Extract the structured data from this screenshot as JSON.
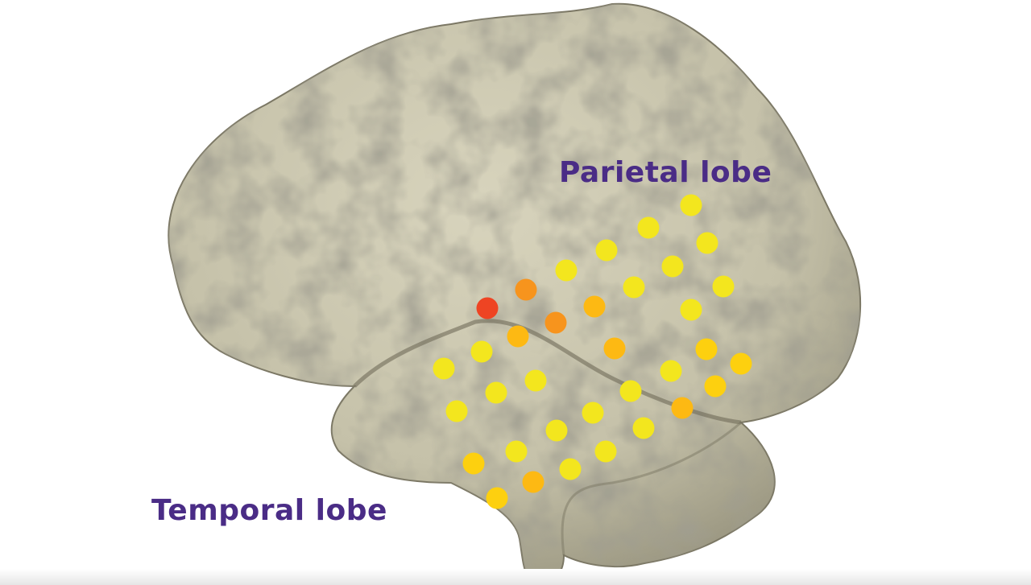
{
  "labels": {
    "parietal": "Parietal lobe",
    "temporal": "Temporal lobe"
  },
  "colors": {
    "label": "#4a2c86",
    "brain": "#c8c4ac",
    "brain_shadow": "#8f8b76",
    "high": "#ee4423",
    "mid_high": "#f7941d",
    "mid": "#fdb913",
    "low_mid": "#fdd00f",
    "low": "#f3e61e"
  },
  "electrodes": [
    {
      "level": "low"
    },
    {
      "level": "low"
    },
    {
      "level": "low"
    },
    {
      "level": "low"
    },
    {
      "level": "low"
    },
    {
      "level": "low"
    },
    {
      "level": "mid_high"
    },
    {
      "level": "low"
    },
    {
      "level": "low"
    },
    {
      "level": "high"
    },
    {
      "level": "mid"
    },
    {
      "level": "low"
    },
    {
      "level": "mid_high"
    },
    {
      "level": "mid"
    },
    {
      "level": "mid"
    },
    {
      "level": "low_mid"
    },
    {
      "level": "low"
    },
    {
      "level": "low_mid"
    },
    {
      "level": "low"
    },
    {
      "level": "low"
    },
    {
      "level": "low"
    },
    {
      "level": "low"
    },
    {
      "level": "low_mid"
    },
    {
      "level": "low"
    },
    {
      "level": "low"
    },
    {
      "level": "mid"
    },
    {
      "level": "low"
    },
    {
      "level": "low"
    },
    {
      "level": "low"
    },
    {
      "level": "low"
    },
    {
      "level": "low"
    },
    {
      "level": "low_mid"
    },
    {
      "level": "low"
    },
    {
      "level": "mid"
    },
    {
      "level": "low_mid"
    }
  ]
}
